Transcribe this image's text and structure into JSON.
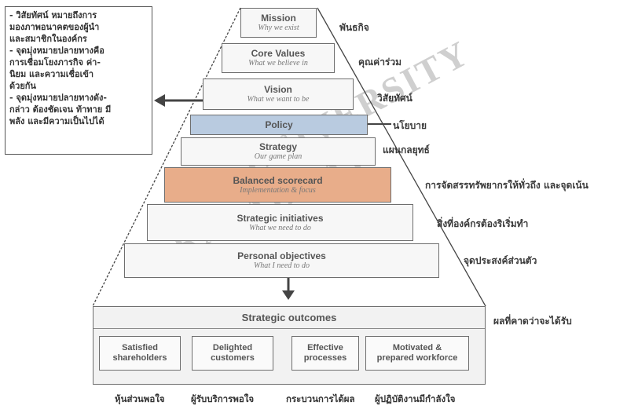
{
  "left_note": {
    "lines": [
      "- วิสัยทัศน์ หมายถึงการ",
      "มองภาพอนาคตของผู้นำ",
      "และสมาชิกในองค์กร",
      "- จุดมุ่งหมายปลายทางคือ",
      "การเชื่อมโยงภารกิจ ค่า-",
      "นิยม และความเชื่อเข้า",
      "ด้วยกัน",
      "- จุดมุ่งหมายปลายทางดัง-",
      "กล่าว ต้องชัดเจน ท้าทาย มี",
      "พลัง และมีความเป็นไปได้"
    ]
  },
  "pyramid": [
    {
      "title": "Mission",
      "subtitle": "Why we exist",
      "thai": "พันธกิจ"
    },
    {
      "title": "Core Values",
      "subtitle": "What we believe in",
      "thai": "คุณค่าร่วม"
    },
    {
      "title": "Vision",
      "subtitle": "What we want to be",
      "thai": "วิสัยทัศน์"
    },
    {
      "title": "Policy",
      "subtitle": "",
      "thai": "นโยบาย"
    },
    {
      "title": "Strategy",
      "subtitle": "Our game plan",
      "thai": "แผนกลยุทธ์"
    },
    {
      "title": "Balanced scorecard",
      "subtitle": "Implementation & focus",
      "thai": "การจัดสรรทรัพยากรให้ทั่วถึง และจุดเน้น"
    },
    {
      "title": "Strategic initiatives",
      "subtitle": "What we need to do",
      "thai": "สิ่งที่องค์กรต้องริเริ่มทำ"
    },
    {
      "title": "Personal objectives",
      "subtitle": "What I need to do",
      "thai": "จุดประสงค์ส่วนตัว"
    }
  ],
  "outcomes": {
    "title": "Strategic outcomes",
    "thai": "ผลที่คาดว่าจะได้รับ",
    "boxes": [
      {
        "label": "Satisfied\nshareholders",
        "thai": "หุ้นส่วนพอใจ"
      },
      {
        "label": "Delighted\ncustomers",
        "thai": "ผู้รับบริการพอใจ"
      },
      {
        "label": "Effective\nprocesses",
        "thai": "กระบวนการได้ผล"
      },
      {
        "label": "Motivated &\nprepared workforce",
        "thai": "ผู้ปฏิบัติงานมีกำลังใจ"
      }
    ]
  },
  "watermark": "CHIANG RAI RAJABHAT UNIVERSITY"
}
